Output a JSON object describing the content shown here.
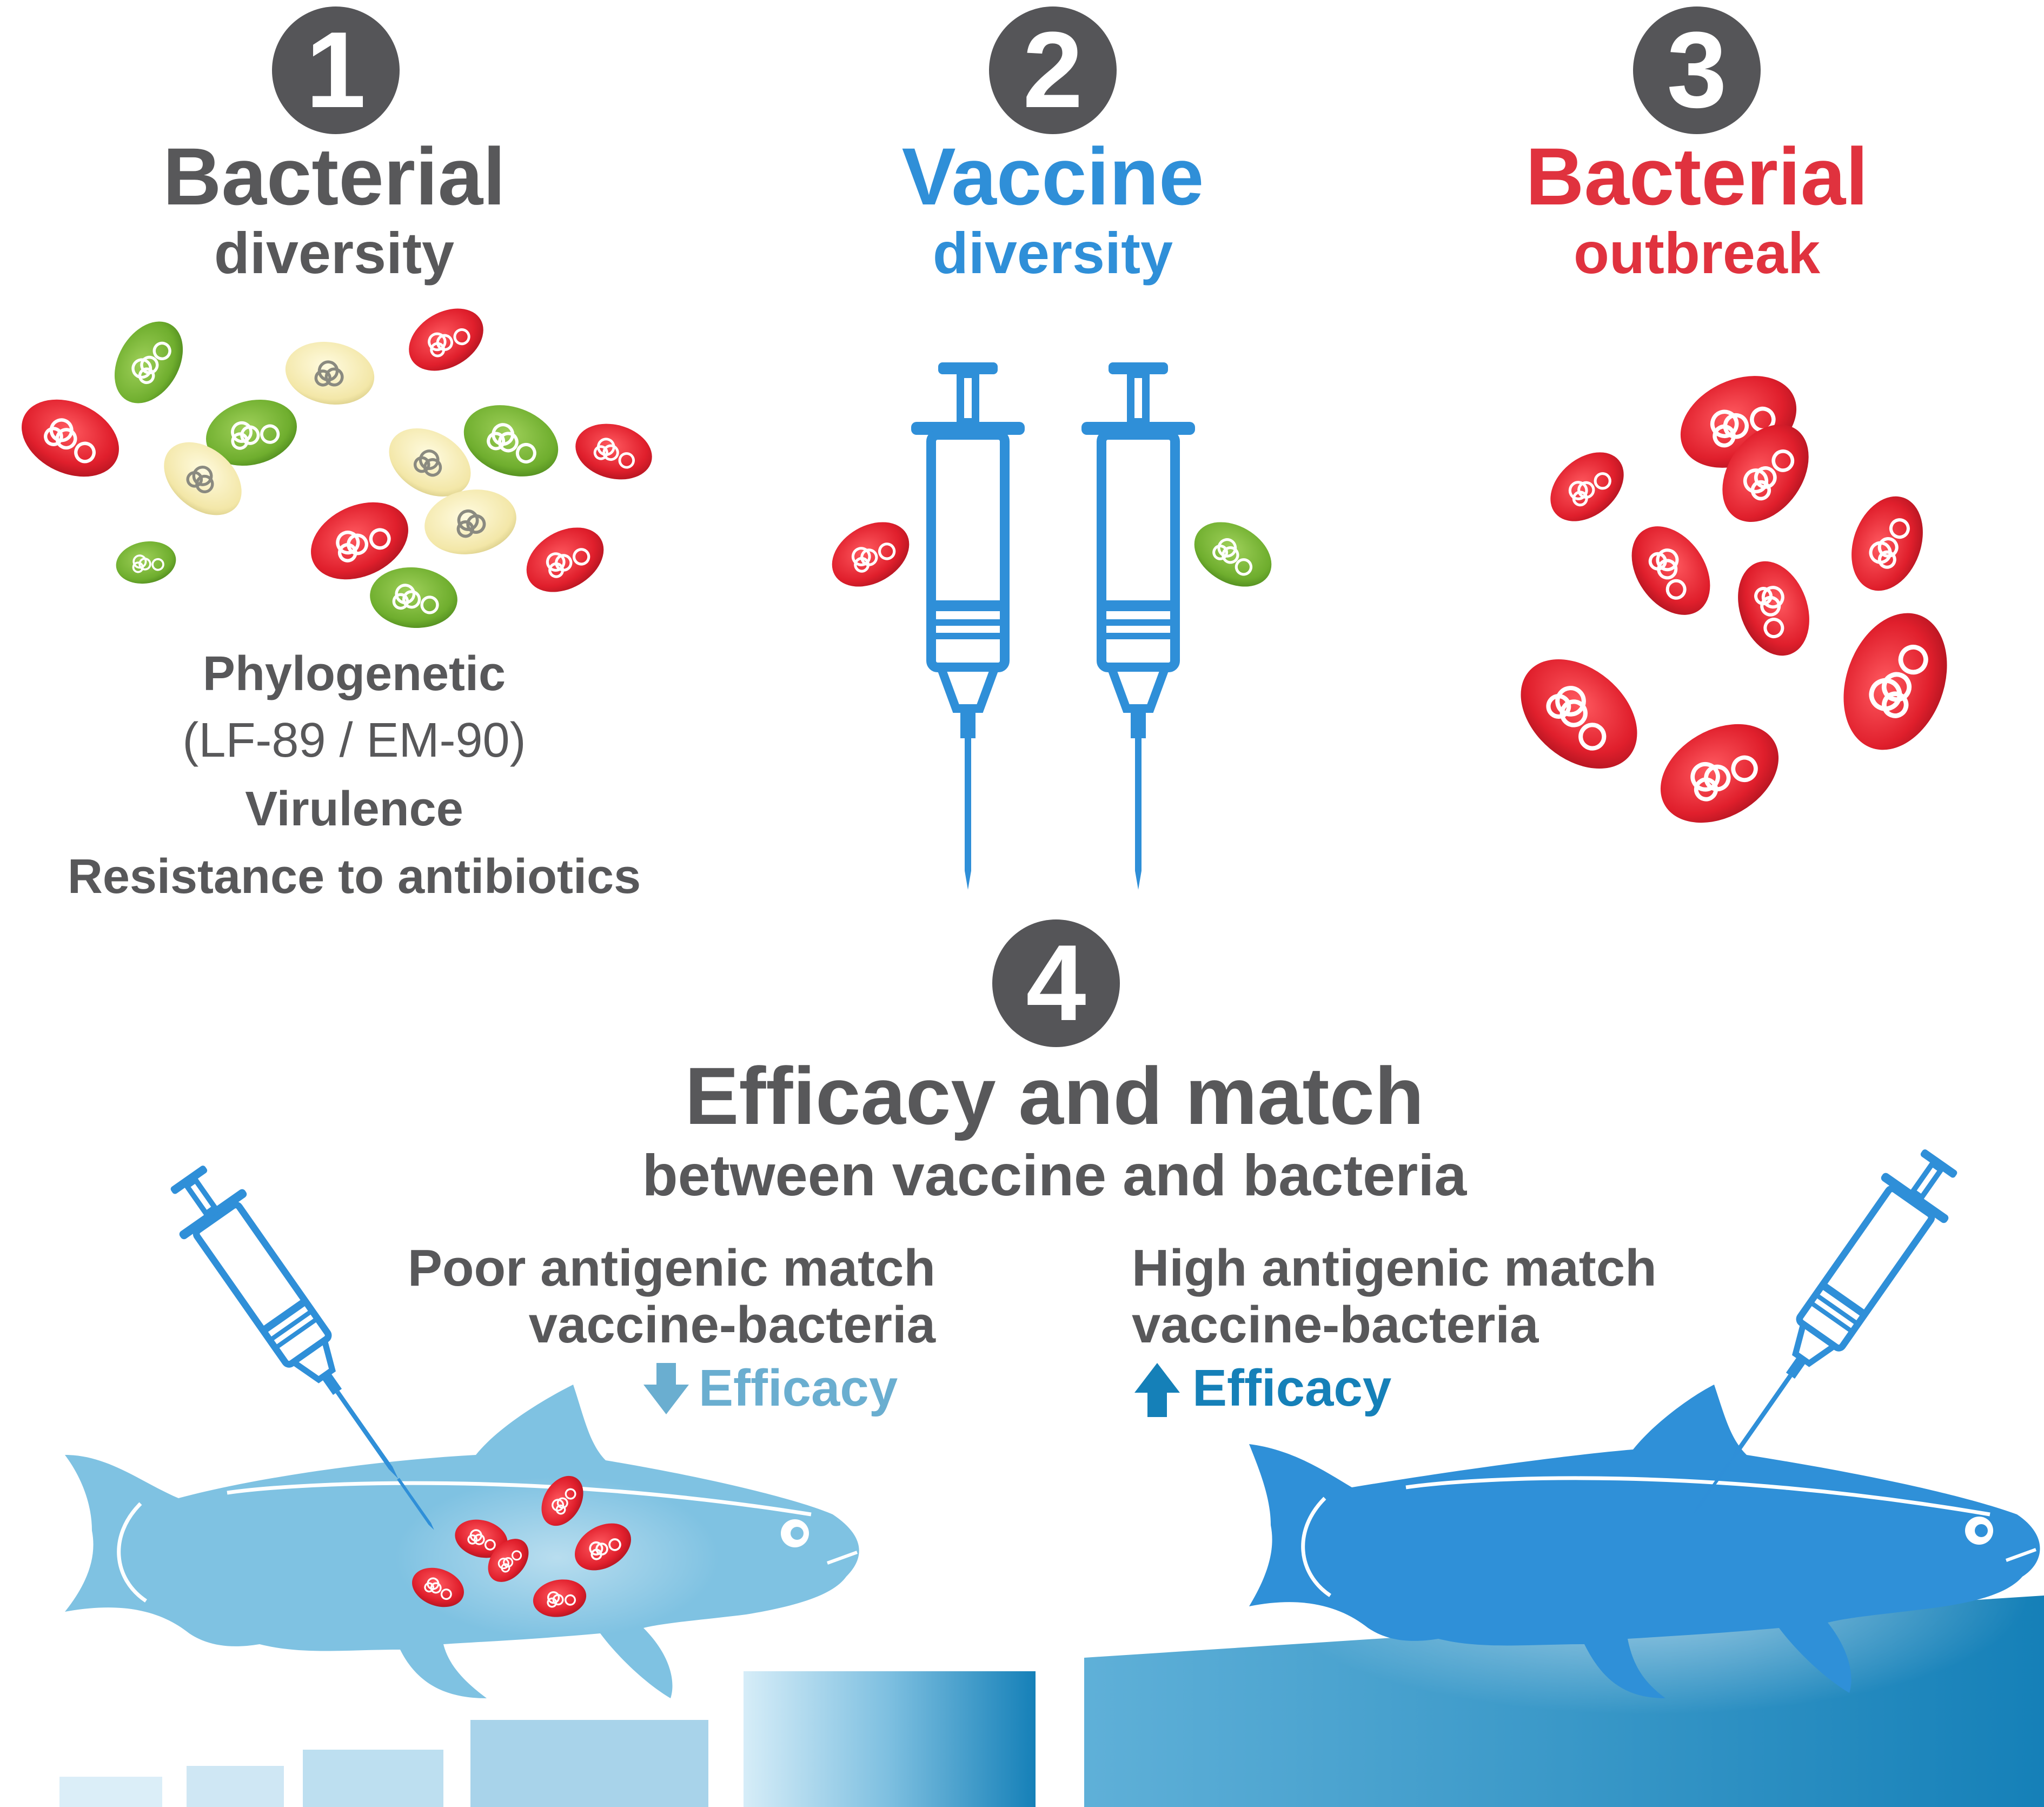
{
  "colors": {
    "gray": "#58585a",
    "blue": "#2f8fd8",
    "red": "#e0323e",
    "light_blue": "#6aaed0",
    "teal_blue": "#1580b8",
    "fish_light": "#7fc2e2",
    "fish_dark": "#2f90d8"
  },
  "step1": {
    "number": "1",
    "title": "Bacterial",
    "subtitle": "diversity",
    "details": [
      "Phylogenetic",
      "(LF-89 / EM-90)",
      "Virulence",
      "Resistance to antibiotics"
    ]
  },
  "step2": {
    "number": "2",
    "title": "Vaccine",
    "subtitle": "diversity"
  },
  "step3": {
    "number": "3",
    "title": "Bacterial",
    "subtitle": "outbreak"
  },
  "step4": {
    "number": "4",
    "title": "Efficacy and match",
    "subtitle": "between vaccine and bacteria",
    "poor": {
      "line1": "Poor antigenic match",
      "line2": "vaccine-bacteria",
      "efficacy": "Efficacy",
      "arrow": "arrow-down-icon"
    },
    "high": {
      "line1": "High antigenic match",
      "line2": "vaccine-bacteria",
      "efficacy": "Efficacy",
      "arrow": "arrow-up-icon"
    }
  }
}
